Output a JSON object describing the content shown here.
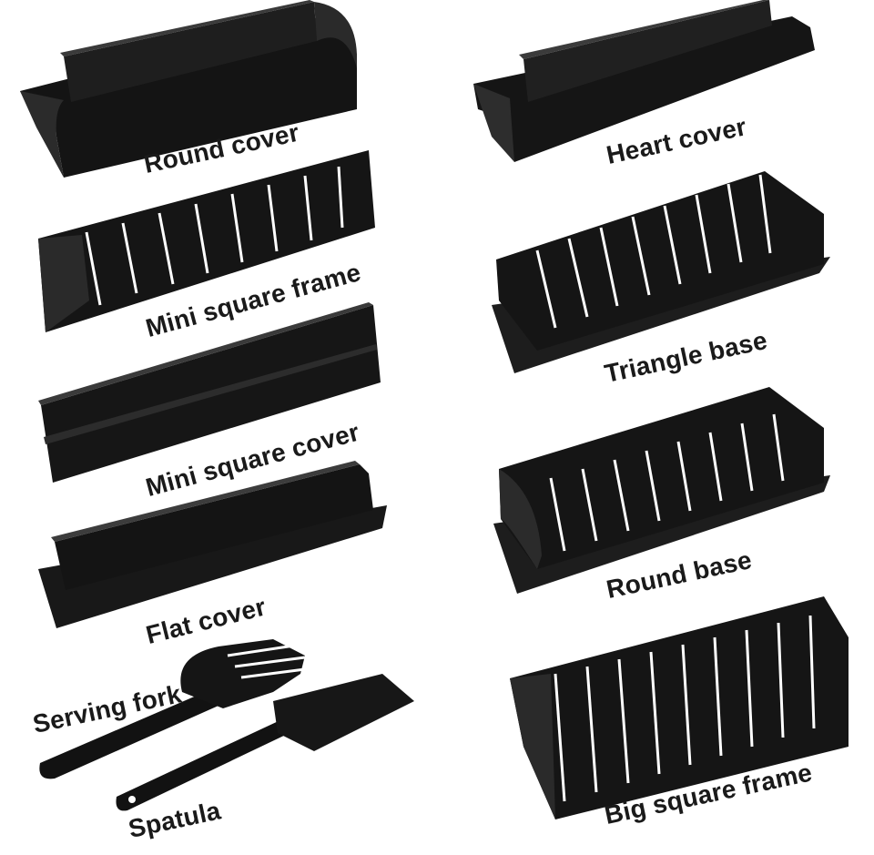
{
  "labels": {
    "round_cover": "Round cover",
    "heart_cover": "Heart cover",
    "mini_square_frame": "Mini square frame",
    "triangle_base": "Triangle base",
    "mini_square_cover": "Mini square cover",
    "round_base": "Round base",
    "flat_cover": "Flat cover",
    "serving_fork": "Serving fork",
    "spatula": "Spatula",
    "big_square_frame": "Big square frame"
  },
  "colors": {
    "background": "#ffffff",
    "plastic": "#161616",
    "plastic_light": "#2a2a2a",
    "plastic_dark": "#050505",
    "text": "#1a1a1a"
  }
}
